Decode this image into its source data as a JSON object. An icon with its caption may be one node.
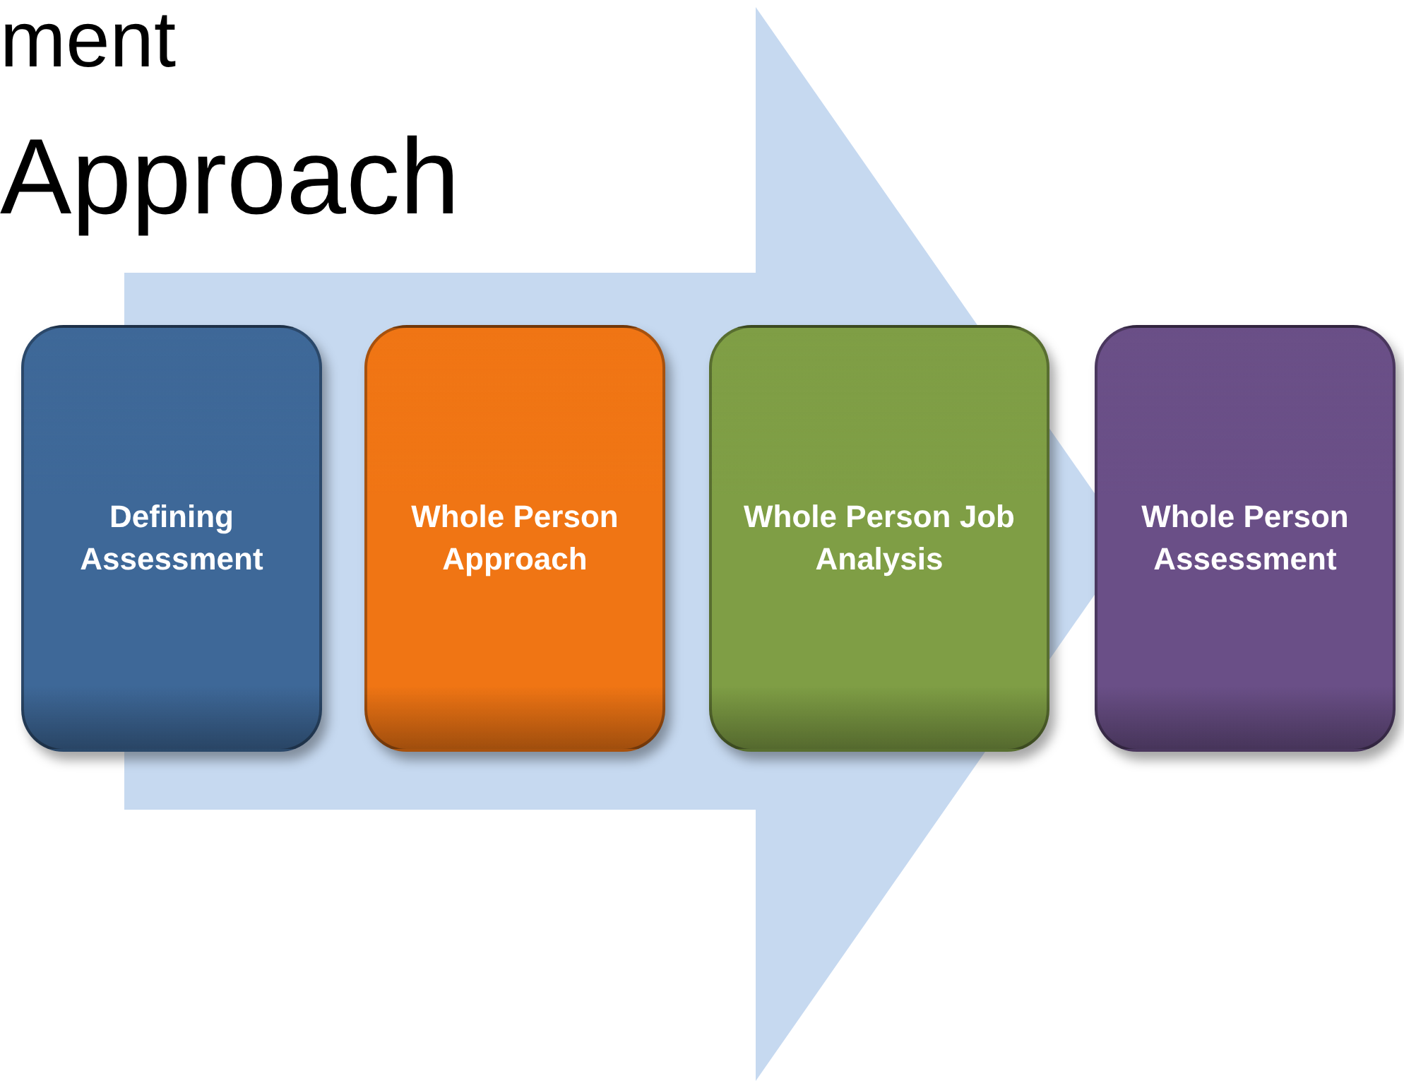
{
  "diagram": {
    "nodes": [
      {
        "text": [
          "Defining Assessment"
        ]
      },
      {
        "text": [
          "Whole Person Approach"
        ]
      },
      {
        "text": [
          "Whole Person Job Analysis"
        ]
      },
      {
        "text": [
          "Whole Person Assessment"
        ]
      }
    ],
    "edges": [
      {
        "from": 0,
        "to": 3,
        "arrow": "to"
      }
    ],
    "labels": [
      "ment",
      "Approach"
    ]
  }
}
